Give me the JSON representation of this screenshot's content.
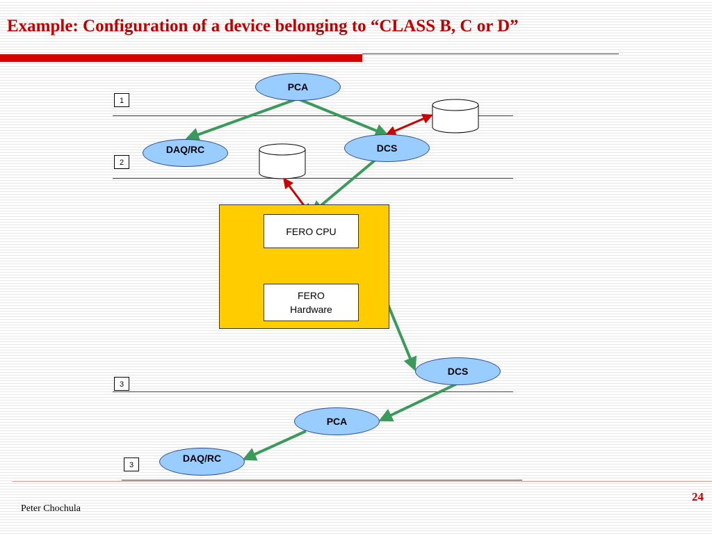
{
  "slide": {
    "title": "Example: Configuration of a device belonging to  “CLASS B, C or D”",
    "author": "Peter Chochula",
    "page_number": "24"
  },
  "diagram": {
    "levels": [
      "1",
      "2",
      "3",
      "3"
    ],
    "nodes": {
      "pca_top": "PCA",
      "daq_top": "DAQ/RC",
      "dcs_top": "DCS",
      "fero_cpu": "FERO CPU",
      "fero_hardware": "FERO Hardware",
      "dcs_bottom": "DCS",
      "pca_bottom": "PCA",
      "daq_bottom": "DAQ/RC"
    },
    "colors": {
      "node_fill": "#99ccff",
      "device_fill": "#ffcc00",
      "control_arrow": "#3a9a5a",
      "database_arrow": "#cc0000",
      "title": "#c00000"
    }
  }
}
